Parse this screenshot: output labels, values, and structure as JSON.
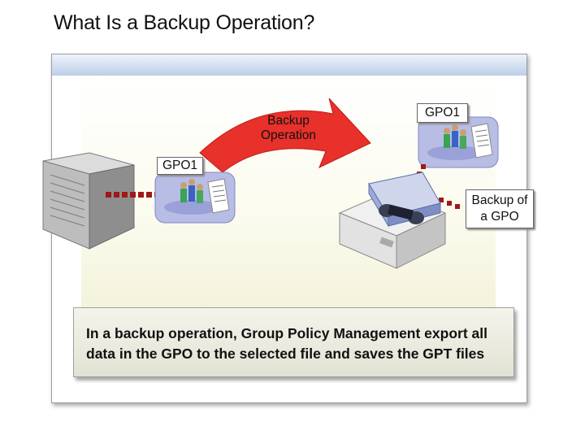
{
  "title": "What Is a Backup Operation?",
  "arrow_label": "Backup\nOperation",
  "gpo_source_label": "GPO1",
  "gpo_backup_label": "GPO1",
  "backup_label": "Backup of\na GPO",
  "info_text": "In a backup operation, Group Policy Management export all data in the GPO to the selected file and saves the GPT files",
  "colors": {
    "arrow": "#e8312b",
    "connector": "#a01818",
    "panel_header": "#bccfe8",
    "server": "#9a9a9a"
  },
  "icons": [
    "server-icon",
    "gpo-icon",
    "tape-drive-icon",
    "curved-arrow-icon"
  ]
}
